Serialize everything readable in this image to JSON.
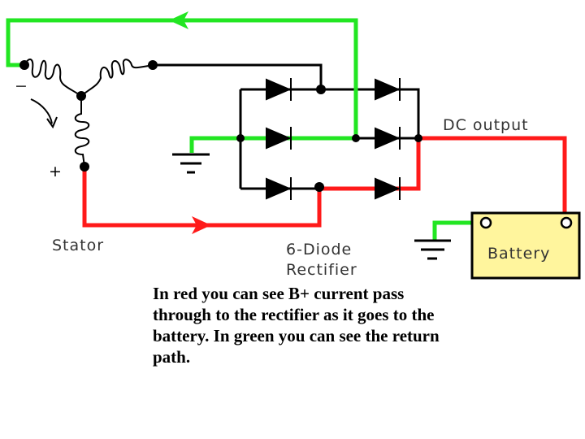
{
  "labels": {
    "stator": "Stator",
    "rectifier_line1": "6-Diode",
    "rectifier_line2": "Rectifier",
    "dc_output": "DC output",
    "battery": "Battery",
    "minus_sign": "−",
    "plus_sign": "+"
  },
  "caption": "In red you can see B+ current pass through to the rectifier as it goes to the battery. In green you can see the return path.",
  "colors": {
    "positive_path": "#ff1a1a",
    "return_path": "#22e622",
    "wire": "#000000",
    "battery_fill": "#fff59d"
  },
  "components": {
    "diode_count": 6,
    "stator_windings": 3
  }
}
